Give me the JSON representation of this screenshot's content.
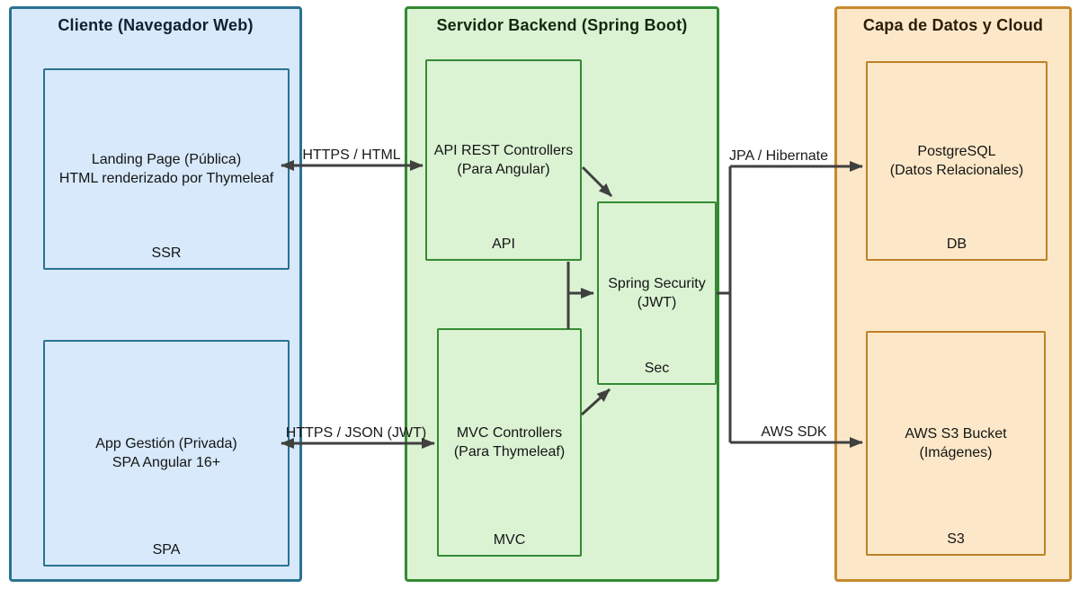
{
  "containers": {
    "cliente": {
      "title": "Cliente (Navegador Web)"
    },
    "backend": {
      "title": "Servidor Backend (Spring Boot)"
    },
    "datos": {
      "title": "Capa de Datos y Cloud"
    }
  },
  "nodes": {
    "ssr": {
      "line1": "Landing Page (Pública)",
      "line2": "HTML renderizado por Thymeleaf",
      "tag": "SSR"
    },
    "spa": {
      "line1": "App Gestión (Privada)",
      "line2": "SPA Angular 16+",
      "tag": "SPA"
    },
    "api": {
      "line1": "API REST Controllers",
      "line2": "(Para Angular)",
      "tag": "API"
    },
    "mvc": {
      "line1": "MVC Controllers",
      "line2": "(Para Thymeleaf)",
      "tag": "MVC"
    },
    "sec": {
      "line1": "Spring Security",
      "line2": "(JWT)",
      "tag": "Sec"
    },
    "db": {
      "line1": "PostgreSQL",
      "line2": "(Datos Relacionales)",
      "tag": "DB"
    },
    "s3": {
      "line1": "AWS S3 Bucket",
      "line2": "(Imágenes)",
      "tag": "S3"
    }
  },
  "edges": {
    "ssr_api": {
      "label": "HTTPS / HTML"
    },
    "spa_mvc": {
      "label": "HTTPS / JSON (JWT)"
    },
    "sec_db": {
      "label": "JPA / Hibernate"
    },
    "sec_s3": {
      "label": "AWS SDK"
    }
  },
  "palette": {
    "cliente_fill": "#d7e9fb",
    "cliente_stroke": "#2b7291",
    "backend_fill": "#dbf3d3",
    "backend_stroke": "#338a33",
    "datos_fill": "#fce8c8",
    "datos_stroke": "#c68a2e",
    "arrow": "#404040",
    "text": "#141414",
    "background": "#ffffff"
  }
}
